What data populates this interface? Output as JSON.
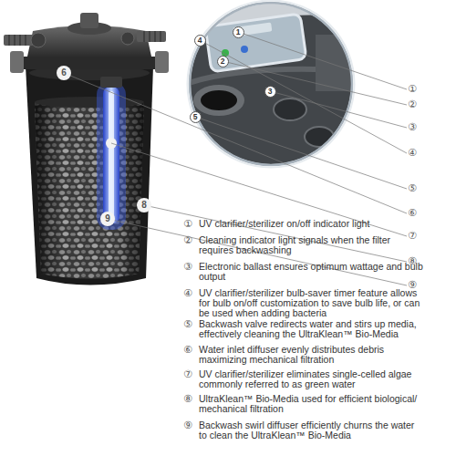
{
  "diagram": {
    "nodes": [
      {
        "text": [
          "1"
        ]
      },
      {
        "text": [
          "4"
        ]
      },
      {
        "text": [
          "2"
        ]
      },
      {
        "text": [
          "6"
        ]
      },
      {
        "text": [
          "3"
        ]
      },
      {
        "text": [
          "5"
        ]
      },
      {
        "text": [
          "8"
        ]
      },
      {
        "text": [
          "9"
        ]
      }
    ],
    "labels": [
      "①",
      "②",
      "③",
      "④",
      "⑤",
      "⑥",
      "⑦",
      "⑧",
      "⑨",
      "①",
      "UV clarifier/sterilizer on/off indicator light",
      "②",
      "Cleaning indicator light signals when the filter requires backwashing",
      "③",
      "Electronic ballast ensures optimum wattage and bulb output",
      "④",
      "UV clarifier/sterilizer bulb-saver timer feature allows for bulb on/off customization to save bulb life, or can be used when adding bacteria",
      "⑤",
      "Backwash valve redirects water and stirs up media, effectively cleaning the UltraKlean™ Bio-Media",
      "⑥",
      "Water inlet diffuser evenly distributes debris maximizing mechanical filtration",
      "⑦",
      "UV clarifier/sterilizer eliminates single-celled algae commonly referred to as green water",
      "⑧",
      "UltraKlean™ Bio-Media used for efficient biological/ mechanical filtration",
      "⑨",
      "Backwash swirl diffuser efficiently churns the water to clean the UltraKlean™ Bio-Media"
    ]
  }
}
